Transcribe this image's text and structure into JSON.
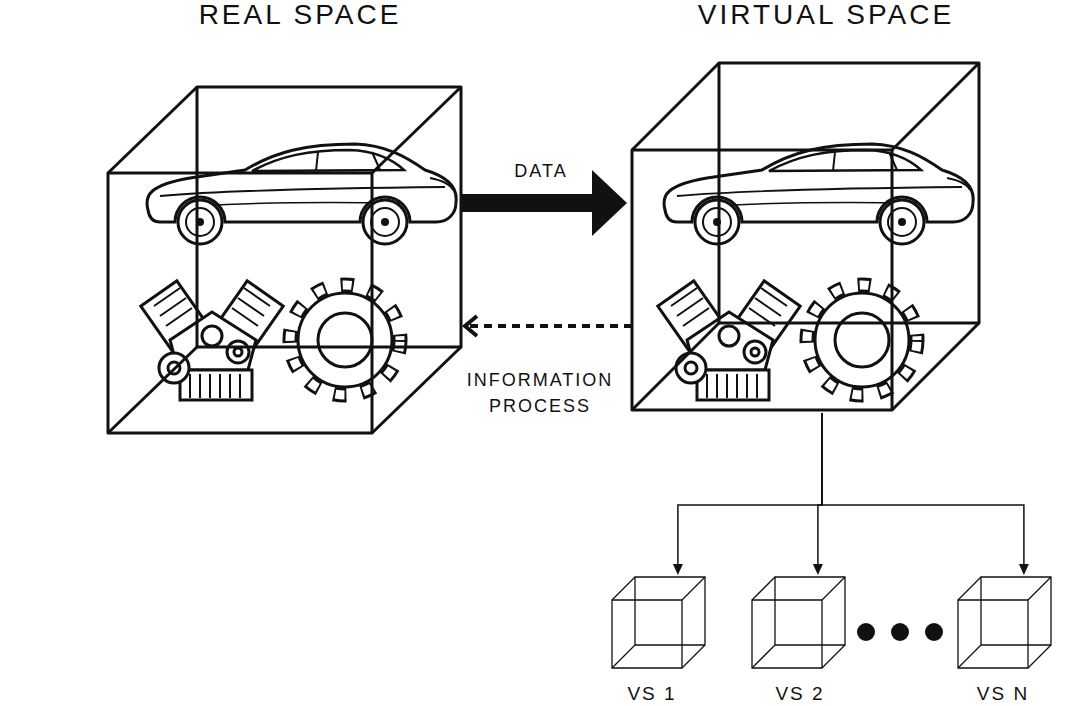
{
  "diagram": {
    "nodes": [
      {
        "text": [
          "REAL SPACE"
        ]
      },
      {
        "text": [
          "VIRTUAL SPACE"
        ]
      },
      {
        "text": [
          "VS 1"
        ]
      },
      {
        "text": [
          "VS 2"
        ]
      },
      {
        "text": [
          "VS N"
        ]
      }
    ],
    "edges": [
      {
        "from": 0,
        "to": 1,
        "arrow": "to",
        "label": "DATA"
      },
      {
        "from": 1,
        "to": 0,
        "arrow": "to",
        "label": "INFORMATION PROCESS"
      },
      {
        "from": 1,
        "to": 2,
        "arrow": "to"
      },
      {
        "from": 1,
        "to": 3,
        "arrow": "to"
      },
      {
        "from": 1,
        "to": 4,
        "arrow": "to"
      }
    ]
  }
}
